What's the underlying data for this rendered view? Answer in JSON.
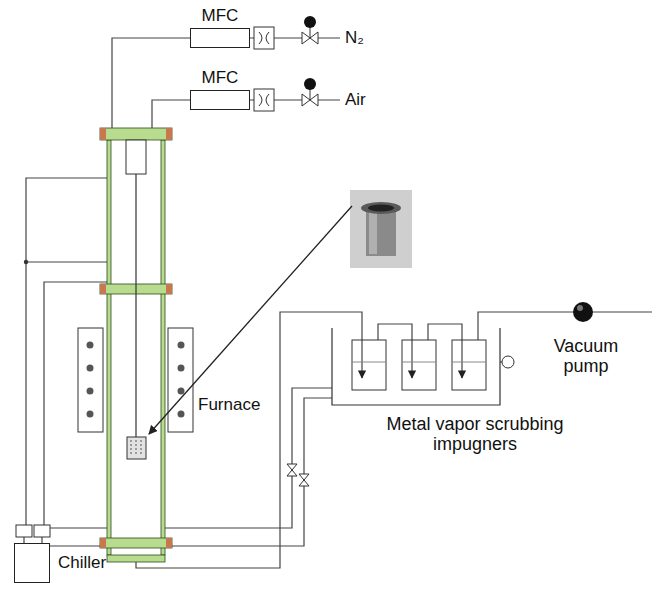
{
  "diagram": {
    "nodes": [
      {
        "text": [
          "MFC"
        ]
      },
      {
        "text": [
          "MFC"
        ]
      },
      {
        "text": [
          "Chiller"
        ]
      }
    ],
    "labels": [
      "N₂",
      "Air",
      "Furnace",
      "Vacuum pump",
      "Metal vapor scrubbing impugners"
    ]
  }
}
